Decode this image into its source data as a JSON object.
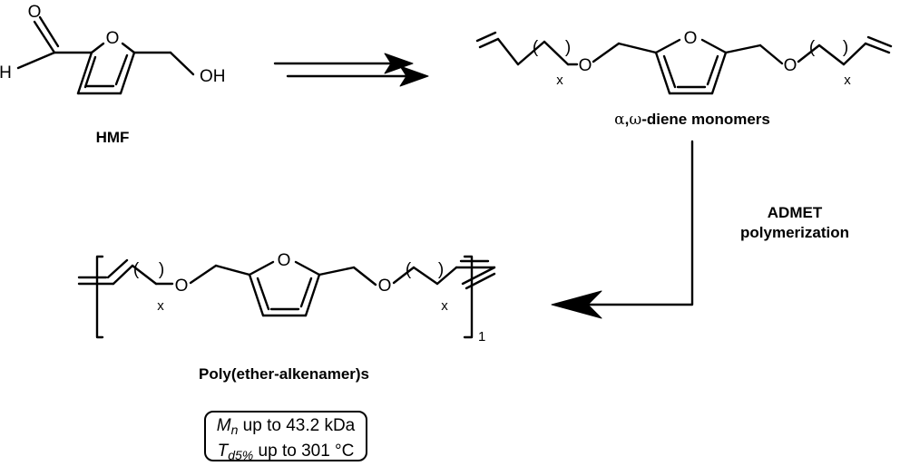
{
  "labels": {
    "hmf": "HMF",
    "monomers_alpha": "α",
    "monomers_comma": ",",
    "monomers_omega": "ω",
    "monomers_rest": "-diene monomers",
    "admet_line1": "ADMET",
    "admet_line2": "polymerization",
    "polymer": "Poly(ether-alkenamer)s",
    "repeat_n": "1"
  },
  "atoms": {
    "O": "O",
    "H": "H",
    "OH": "OH",
    "x": "x",
    "paren_open": "(",
    "paren_close": ")"
  },
  "properties": {
    "mn_symbol": "M",
    "mn_sub": "n",
    "mn_text": " up to 43.2 kDa",
    "td_symbol": "T",
    "td_sub": "d5%",
    "td_text": " up to 301 °C"
  }
}
